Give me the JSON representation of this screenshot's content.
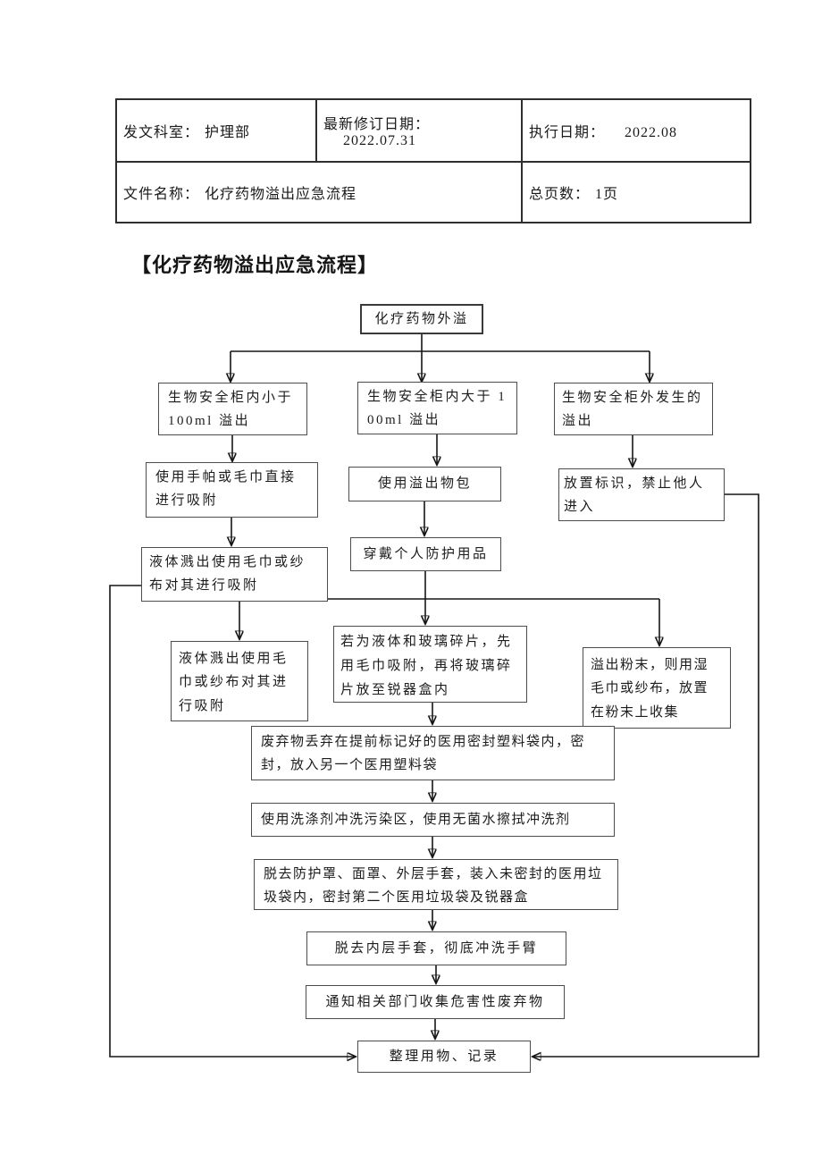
{
  "document": {
    "header_table": {
      "row1": {
        "dept_label": "发文科室：",
        "dept_value": "护理部",
        "revised_label": "最新修订日期：",
        "revised_value": "2022.07.31",
        "exec_label": "执行日期：",
        "exec_value": "2022.08"
      },
      "row2": {
        "file_label": "文件名称：",
        "file_value": "化疗药物溢出应急流程",
        "pages_label": "总页数：",
        "pages_value": "1页"
      }
    },
    "title": "【化疗药物溢出应急流程】"
  },
  "flowchart": {
    "nodes": {
      "start": "化疗药物外溢",
      "in_cabinet_small": "生物安全柜内小于 100ml 溢出",
      "in_cabinet_large": "生物安全柜内大于 100ml 溢出",
      "outside_cabinet": "生物安全柜外发生的溢出",
      "use_towel_direct": "使用手帕或毛巾直接进行吸附",
      "use_spill_kit": "使用溢出物包",
      "place_sign": "放置标识，禁止他人进入",
      "liquid_splash_absorb": "液体溅出使用毛巾或纱布对其进行吸附",
      "wear_ppe": "穿戴个人防护用品",
      "liquid_splash_absorb_2": "液体溅出使用毛巾或纱布对其进行吸附",
      "liquid_glass_fragments": "若为液体和玻璃碎片，先用毛巾吸附，再将玻璃碎片放至锐器盒内",
      "powder_spill": "溢出粉末，则用湿毛巾或纱布，放置在粉末上收集",
      "waste_seal_bag": "废弃物丢弃在提前标记好的医用密封塑料袋内，密封，放入另一个医用塑料袋",
      "wash_contaminated_area": "使用洗涤剂冲洗污染区，使用无菌水擦拭冲洗剂",
      "remove_outer_gear": "脱去防护罩、面罩、外层手套，装入未密封的医用垃圾袋内，密封第二个医用垃圾袋及锐器盒",
      "remove_inner_gloves": "脱去内层手套，彻底冲洗手臂",
      "notify_department": "通知相关部门收集危害性废弃物",
      "tidy_and_record": "整理用物、记录"
    }
  },
  "colors": {
    "line": "#151515",
    "box_border": "#4d4d4d",
    "text": "#1a1a1a",
    "background": "#ffffff"
  }
}
